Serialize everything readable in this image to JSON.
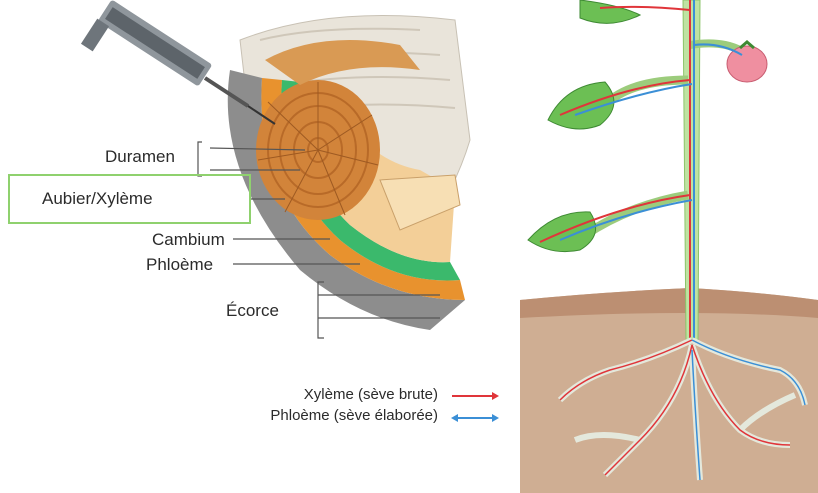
{
  "labels": {
    "duramen": "Duramen",
    "aubier": "Aubier/Xylème",
    "cambium": "Cambium",
    "phloeme": "Phloème",
    "ecorce": "Écorce"
  },
  "legend": {
    "xylem": "Xylème (sève brute)",
    "phloem": "Phloème (sève élaborée)",
    "xylem_color": "#e0353a",
    "phloem_color": "#3b8fd6"
  },
  "colors": {
    "highlight_box": "#8fd16e",
    "heartwood": "#d98a3a",
    "sapwood": "#f0c48a",
    "cambium": "#37b86a",
    "phloem": "#e89a32",
    "bark": "#9a9a9a",
    "soil": "#c9a386",
    "stem": "#bfe3a2",
    "leaf": "#6cbf54"
  }
}
